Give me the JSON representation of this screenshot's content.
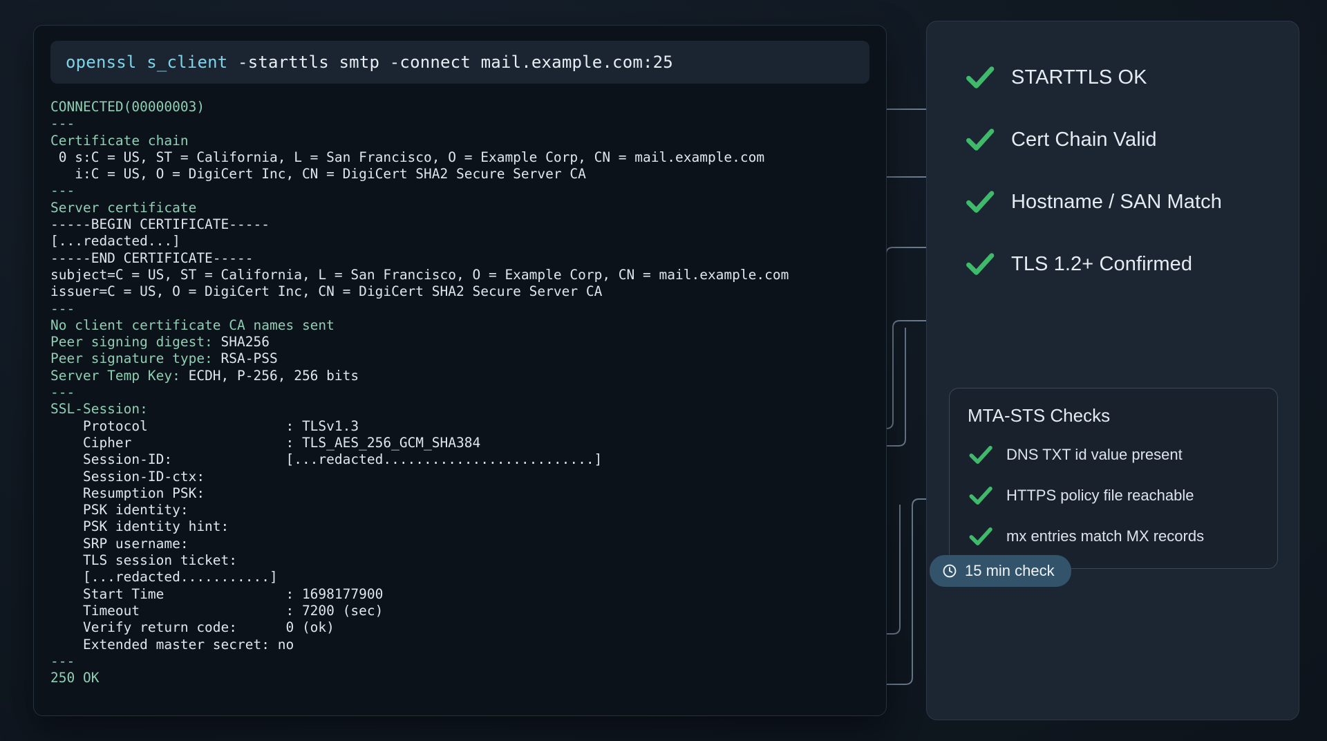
{
  "command": {
    "prefix": "openssl s_client",
    "args": " -starttls smtp -connect mail.example.com:25",
    "full": "openssl s_client -starttls smtp -connect mail.example.com:25"
  },
  "terminal": {
    "lines": [
      {
        "text": "CONNECTED(00000003)",
        "color": "g"
      },
      {
        "text": "---",
        "color": "g"
      },
      {
        "text": "Certificate chain",
        "color": "g"
      },
      {
        "text": " 0 s:C = US, ST = California, L = San Francisco, O = Example Corp, CN = mail.example.com",
        "color": "w"
      },
      {
        "text": "   i:C = US, O = DigiCert Inc, CN = DigiCert SHA2 Secure Server CA",
        "color": "w"
      },
      {
        "text": "---",
        "color": "g"
      },
      {
        "text": "Server certificate",
        "color": "g"
      },
      {
        "text": "-----BEGIN CERTIFICATE-----",
        "color": "w"
      },
      {
        "text": "[...redacted...]",
        "color": "w"
      },
      {
        "text": "-----END CERTIFICATE-----",
        "color": "w"
      },
      {
        "text": "subject=C = US, ST = California, L = San Francisco, O = Example Corp, CN = mail.example.com",
        "color": "w"
      },
      {
        "text": "issuer=C = US, O = DigiCert Inc, CN = DigiCert SHA2 Secure Server CA",
        "color": "w"
      },
      {
        "text": "---",
        "color": "g"
      },
      {
        "text": "No client certificate CA names sent",
        "color": "g"
      },
      {
        "text": "Peer signing digest: SHA256",
        "color": "g",
        "split": 20
      },
      {
        "text": "Peer signature type: RSA-PSS",
        "color": "g",
        "split": 20
      },
      {
        "text": "Server Temp Key: ECDH, P-256, 256 bits",
        "color": "g",
        "split": 16
      },
      {
        "text": "---",
        "color": "g"
      },
      {
        "text": "SSL-Session:",
        "color": "g"
      },
      {
        "text": "    Protocol                 : TLSv1.3",
        "color": "w"
      },
      {
        "text": "    Cipher                   : TLS_AES_256_GCM_SHA384",
        "color": "w"
      },
      {
        "text": "    Session-ID:              [...redacted..........................]",
        "color": "w"
      },
      {
        "text": "    Session-ID-ctx:",
        "color": "w"
      },
      {
        "text": "    Resumption PSK:",
        "color": "w"
      },
      {
        "text": "    PSK identity:",
        "color": "w"
      },
      {
        "text": "    PSK identity hint:",
        "color": "w"
      },
      {
        "text": "    SRP username:",
        "color": "w"
      },
      {
        "text": "    TLS session ticket:",
        "color": "w"
      },
      {
        "text": "    [...redacted...........]",
        "color": "w"
      },
      {
        "text": "    Start Time               : 1698177900",
        "color": "w"
      },
      {
        "text": "    Timeout                  : 7200 (sec)",
        "color": "w"
      },
      {
        "text": "    Verify return code:      0 (ok)",
        "color": "w"
      },
      {
        "text": "    Extended master secret: no",
        "color": "w"
      },
      {
        "text": "---",
        "color": "g"
      },
      {
        "text": "250 OK",
        "color": "g"
      }
    ]
  },
  "checks": {
    "primary": [
      {
        "label": "STARTTLS OK",
        "status": "pass"
      },
      {
        "label": "Cert Chain Valid",
        "status": "pass"
      },
      {
        "label": "Hostname / SAN Match",
        "status": "pass"
      },
      {
        "label": "TLS 1.2+ Confirmed",
        "status": "pass"
      }
    ]
  },
  "mta_sts": {
    "title": "MTA-STS Checks",
    "items": [
      {
        "label": "DNS TXT id value present",
        "status": "pass"
      },
      {
        "label": "HTTPS policy file reachable",
        "status": "pass"
      },
      {
        "label": "mx entries match MX records",
        "status": "pass"
      }
    ]
  },
  "badge": {
    "icon": "clock-icon",
    "text": "15 min check"
  },
  "colors": {
    "pass_green": "#3fba6b",
    "terminal_green": "#8fcfb4",
    "terminal_white": "#dfe6ee",
    "command_keyword": "#7fd4ea",
    "panel_bg": "#1c2633",
    "terminal_bg": "#0c1219",
    "badge_bg": "#33536b",
    "connector": "#7c8da3"
  }
}
